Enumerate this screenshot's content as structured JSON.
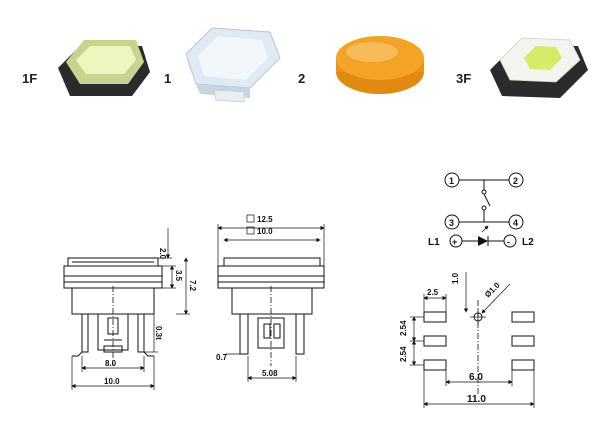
{
  "products": {
    "labels": [
      "1F",
      "1",
      "2",
      "3F"
    ],
    "colors": {
      "base": "#2b2b2b",
      "cap_1f": "#e8f0b0",
      "cap_clear": "#e4eef8",
      "cap_amber": "#f4a326",
      "cap_3f_white": "#f4f4ee",
      "cap_3f_window": "#d6eb6a"
    }
  },
  "front_view": {
    "dims": {
      "top": "2.0",
      "cap": "3.5",
      "body": "7.2",
      "lead": "0.3t",
      "pitch_inner": "8.0",
      "width": "10.0"
    }
  },
  "side_view": {
    "dims": {
      "cap_outer": "12.5",
      "cap_inner": "10.0",
      "lead_t": "0.7",
      "pitch": "5.08"
    }
  },
  "schematic": {
    "pins": [
      "1",
      "2",
      "3",
      "4"
    ],
    "led": {
      "anode_label": "L1",
      "cathode_label": "L2",
      "plus": "+",
      "minus": "-"
    }
  },
  "footprint": {
    "dims": {
      "pad": "2.5",
      "offset": "1.0",
      "hole": "Ø1.0",
      "pitch_y1": "2.54",
      "pitch_y2": "2.54",
      "inner_x": "6.0",
      "outer_x": "11.0"
    }
  }
}
